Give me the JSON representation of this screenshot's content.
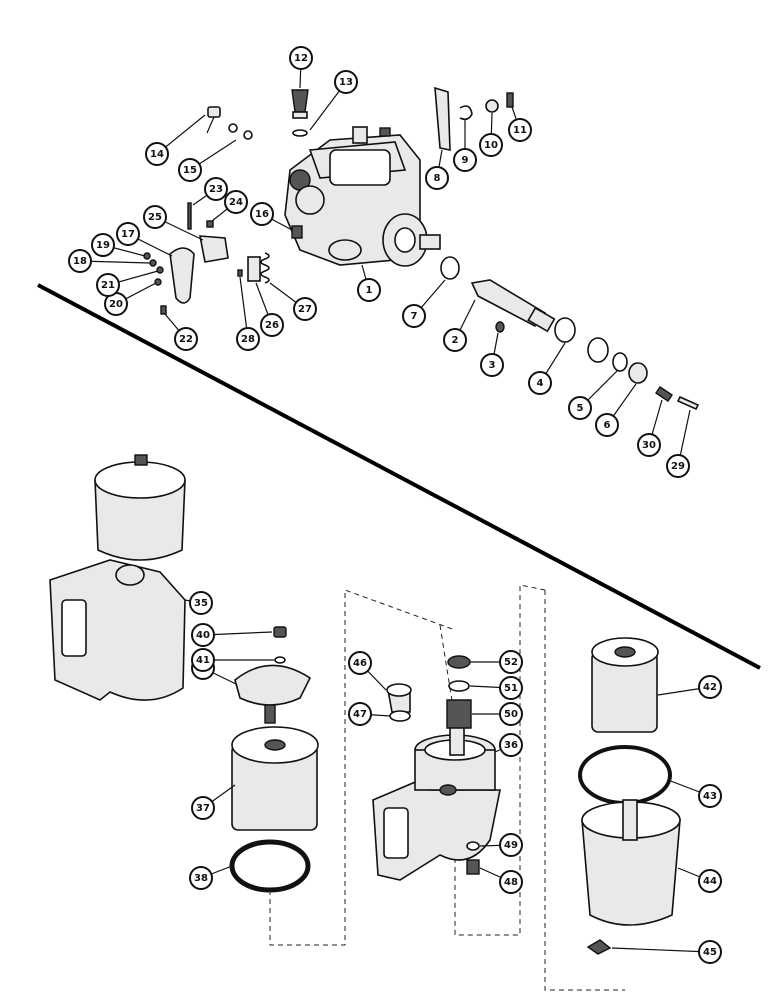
{
  "diagram": {
    "callouts": [
      {
        "label": "1"
      },
      {
        "label": "2"
      },
      {
        "label": "3"
      },
      {
        "label": "4"
      },
      {
        "label": "5"
      },
      {
        "label": "6"
      },
      {
        "label": "7"
      },
      {
        "label": "8"
      },
      {
        "label": "9"
      },
      {
        "label": "10"
      },
      {
        "label": "11"
      },
      {
        "label": "12"
      },
      {
        "label": "13"
      },
      {
        "label": "14"
      },
      {
        "label": "15"
      },
      {
        "label": "16"
      },
      {
        "label": "17"
      },
      {
        "label": "18"
      },
      {
        "label": "19"
      },
      {
        "label": "20"
      },
      {
        "label": "21"
      },
      {
        "label": "22"
      },
      {
        "label": "23"
      },
      {
        "label": "24"
      },
      {
        "label": "25"
      },
      {
        "label": "26"
      },
      {
        "label": "27"
      },
      {
        "label": "28"
      },
      {
        "label": "29"
      },
      {
        "label": "30"
      },
      {
        "label": "35"
      },
      {
        "label": "36"
      },
      {
        "label": "37"
      },
      {
        "label": "38"
      },
      {
        "label": "39"
      },
      {
        "label": "40"
      },
      {
        "label": "41"
      },
      {
        "label": "42"
      },
      {
        "label": "43"
      },
      {
        "label": "44"
      },
      {
        "label": "45"
      },
      {
        "label": "46"
      },
      {
        "label": "47"
      },
      {
        "label": "48"
      },
      {
        "label": "49"
      },
      {
        "label": "50"
      },
      {
        "label": "51"
      },
      {
        "label": "52"
      }
    ]
  }
}
